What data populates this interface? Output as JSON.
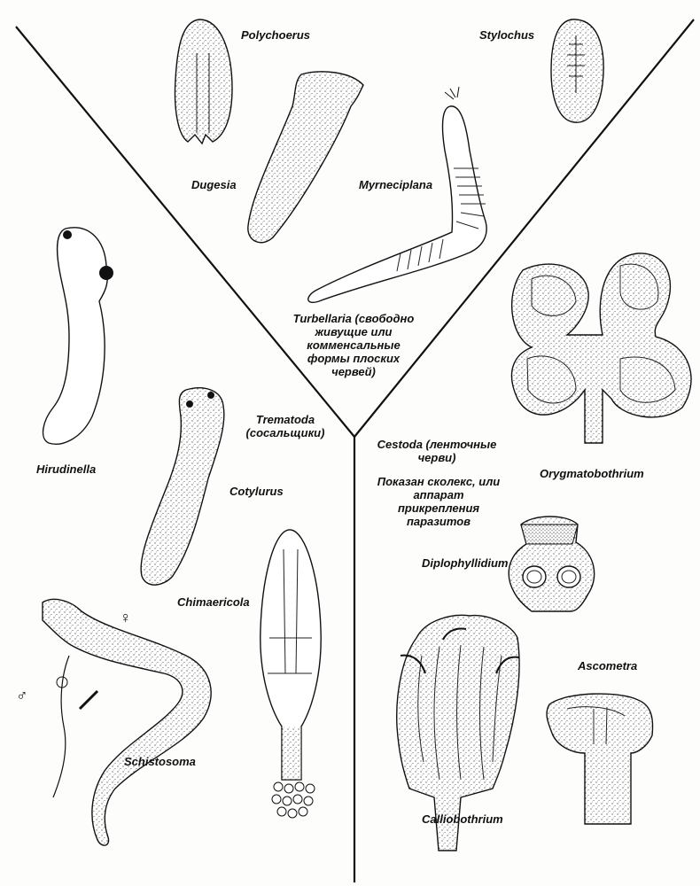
{
  "figure": {
    "groups": {
      "turbellaria": "Turbellaria (свободно живущие или комменсальные формы плоских червей)",
      "trematoda": "Trematoda (сосальщики)",
      "cestoda": "Cestoda (ленточные черви)",
      "cestoda_note": "Показан сколекс, или аппарат прикрепления паразитов"
    },
    "species": {
      "polychoerus": "Polychoerus",
      "stylochus": "Stylochus",
      "dugesia": "Dugesia",
      "myrneciplana": "Myrneciplana",
      "hirudinella": "Hirudinella",
      "cotylurus": "Cotylurus",
      "chimaericola": "Chimaericola",
      "schistosoma": "Schistosoma",
      "orygmatobothrium": "Orygmatobothrium",
      "diplophyllidium": "Diplophyllidium",
      "ascometra": "Ascometra",
      "calliobothrium": "Calliobothrium"
    },
    "symbols": {
      "female": "♀",
      "male": "♂"
    }
  }
}
